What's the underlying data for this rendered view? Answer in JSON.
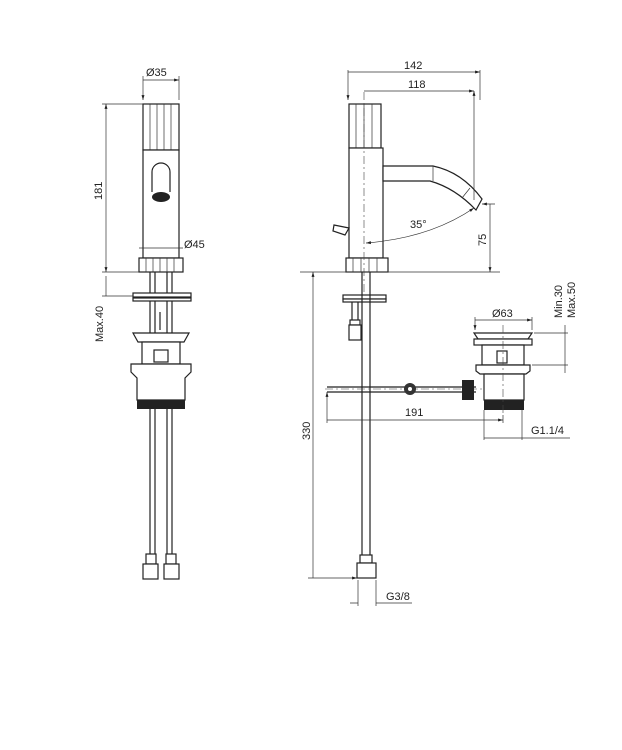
{
  "front_view": {
    "dia_knob": "Ø35",
    "height": "181",
    "dia_base": "Ø45",
    "max_thickness": "Max.40"
  },
  "side_view": {
    "overall_reach": "142",
    "spout_reach": "118",
    "spout_angle": "35°",
    "spout_height": "75",
    "hose_length": "330",
    "hose_thread": "G3/8",
    "waste_dia": "Ø63",
    "waste_min": "Min.30",
    "waste_max": "Max.50",
    "rod_length": "191",
    "waste_thread": "G1.1/4"
  }
}
